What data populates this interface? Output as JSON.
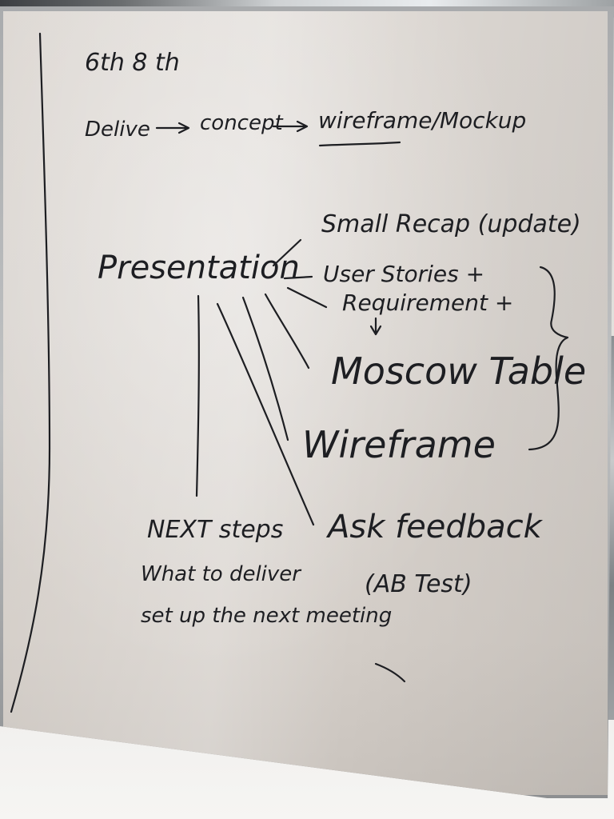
{
  "whiteboard": {
    "date_line": "6th 8 th",
    "flow": {
      "step1": "Delive",
      "step2": "concept",
      "step3": "wireframe/Mockup"
    },
    "center": "Presentation",
    "branches": {
      "recap": "Small Recap (update)",
      "user_stories": "User Stories +",
      "requirement": "Requirement +",
      "moscow": "Moscow Table",
      "wireframe": "Wireframe",
      "feedback": "Ask feedback",
      "ab_test": "(AB Test)"
    },
    "next": {
      "title": "NEXT steps",
      "line1": "What to deliver",
      "line2": "set up the next meeting"
    }
  }
}
